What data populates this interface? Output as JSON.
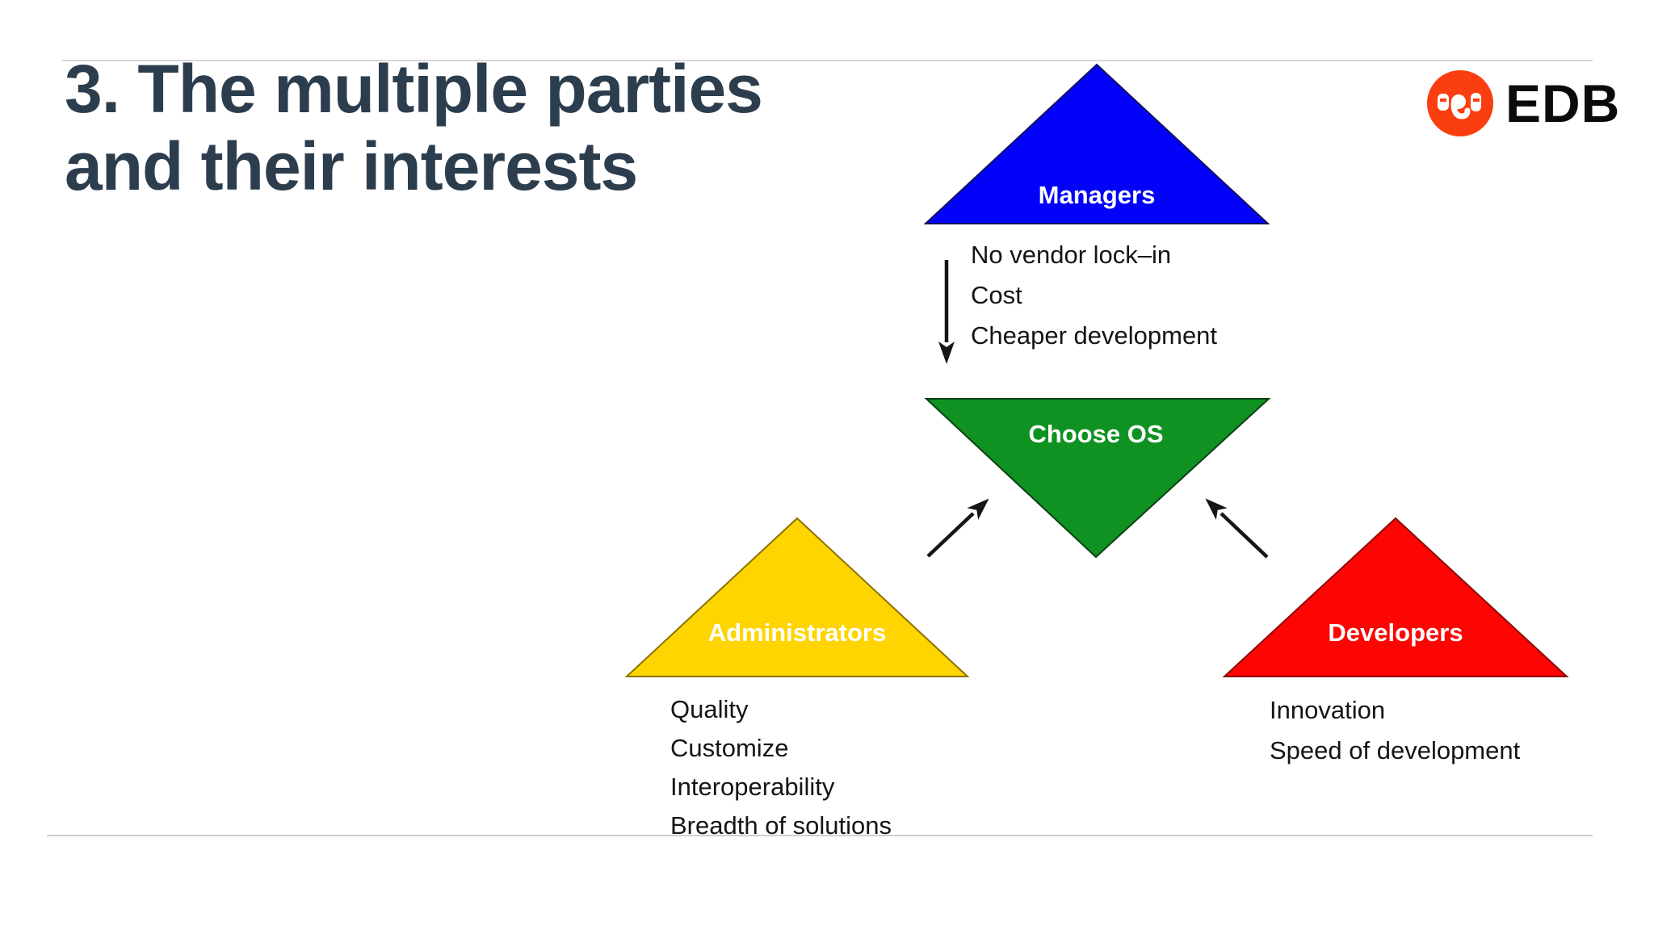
{
  "slide": {
    "title_line1": "3. The multiple parties",
    "title_line2": "and their interests",
    "title_color": "#2c3e4e",
    "background_color": "#ffffff",
    "divider_color": "#d7d7da"
  },
  "logo": {
    "text": "EDB",
    "brand_color": "#fa3e0f"
  },
  "diagram": {
    "nodes": [
      {
        "id": "managers",
        "label": "Managers",
        "color": "#0202f8"
      },
      {
        "id": "choose_os",
        "label": "Choose OS",
        "color": "#0f9221"
      },
      {
        "id": "administrators",
        "label": "Administrators",
        "color": "#fed500"
      },
      {
        "id": "developers",
        "label": "Developers",
        "color": "#fc0502"
      }
    ],
    "managers_interests": [
      "No vendor lock–in",
      "Cost",
      "Cheaper development"
    ],
    "administrators_interests": [
      "Quality",
      "Customize",
      "Interoperability",
      "Breadth of solutions"
    ],
    "developers_interests": [
      "Innovation",
      "Speed of development"
    ],
    "arrow_color": "#161616"
  }
}
